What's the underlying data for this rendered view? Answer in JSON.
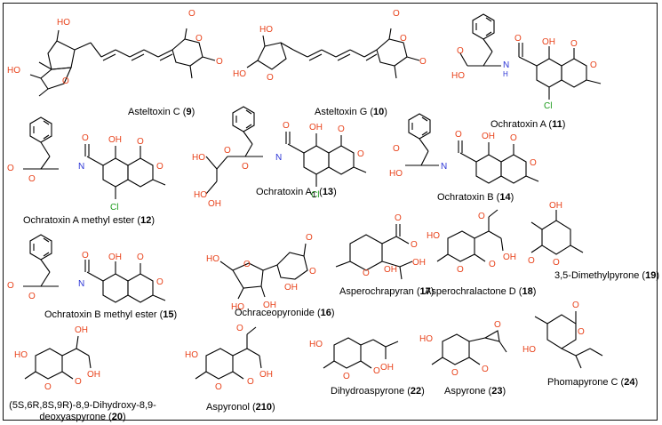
{
  "compounds": [
    {
      "name": "Asteltoxin C",
      "num": "9"
    },
    {
      "name": "Asteltoxin G",
      "num": "10"
    },
    {
      "name": "Ochratoxin A",
      "num": "11"
    },
    {
      "name": "Ochratoxin A methyl ester",
      "num": "12"
    },
    {
      "name": "Ochratoxin A",
      "sub": "1",
      "num": "13"
    },
    {
      "name": "Ochratoxin B",
      "num": "14"
    },
    {
      "name": "Ochratoxin B methyl ester",
      "num": "15"
    },
    {
      "name": "Ochraceopyronide",
      "num": "16"
    },
    {
      "name": "Asperochrapyran",
      "num": "17"
    },
    {
      "name": "Asperochralactone D",
      "num": "18"
    },
    {
      "name": "3,5-Dimethylpyrone",
      "num": "19"
    },
    {
      "name": "(5S,6R,8S,9R)-8,9-Dihydroxy-8,9-deoxyaspyrone",
      "num": "20"
    },
    {
      "name": "Aspyronol",
      "num": "210"
    },
    {
      "name": "Dihydroaspyrone",
      "num": "22"
    },
    {
      "name": "Aspyrone",
      "num": "23"
    },
    {
      "name": "Phomapyrone C",
      "num": "24"
    }
  ],
  "atoms": {
    "O": "O",
    "OH": "OH",
    "HO": "HO",
    "N": "N",
    "H": "H",
    "Cl": "Cl"
  },
  "colors": {
    "oxygen": "#e8431c",
    "nitrogen": "#2a33d6",
    "chlorine": "#1a9a1a",
    "bond": "#000000"
  }
}
